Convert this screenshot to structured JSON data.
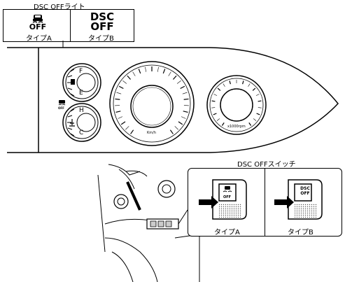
{
  "top_panel": {
    "title": "DSC OFFライト",
    "type_a": {
      "icon_text": "OFF",
      "label": "タイプA"
    },
    "type_b": {
      "line1": "DSC",
      "line2": "OFF",
      "label": "タイプB"
    }
  },
  "cluster": {
    "fuel_full": "F",
    "fuel_empty": "E",
    "temp_hot": "H",
    "temp_cold": "C",
    "speed_unit": "Km/h",
    "tach_unit": "x1000rpm",
    "indicator_text": "OFF"
  },
  "switch_panel": {
    "title": "DSC OFFスイッチ",
    "type_a": {
      "button_text": "OFF",
      "label": "タイプA"
    },
    "type_b": {
      "button_line1": "DSC",
      "button_line2": "OFF",
      "label": "タイプB"
    }
  }
}
